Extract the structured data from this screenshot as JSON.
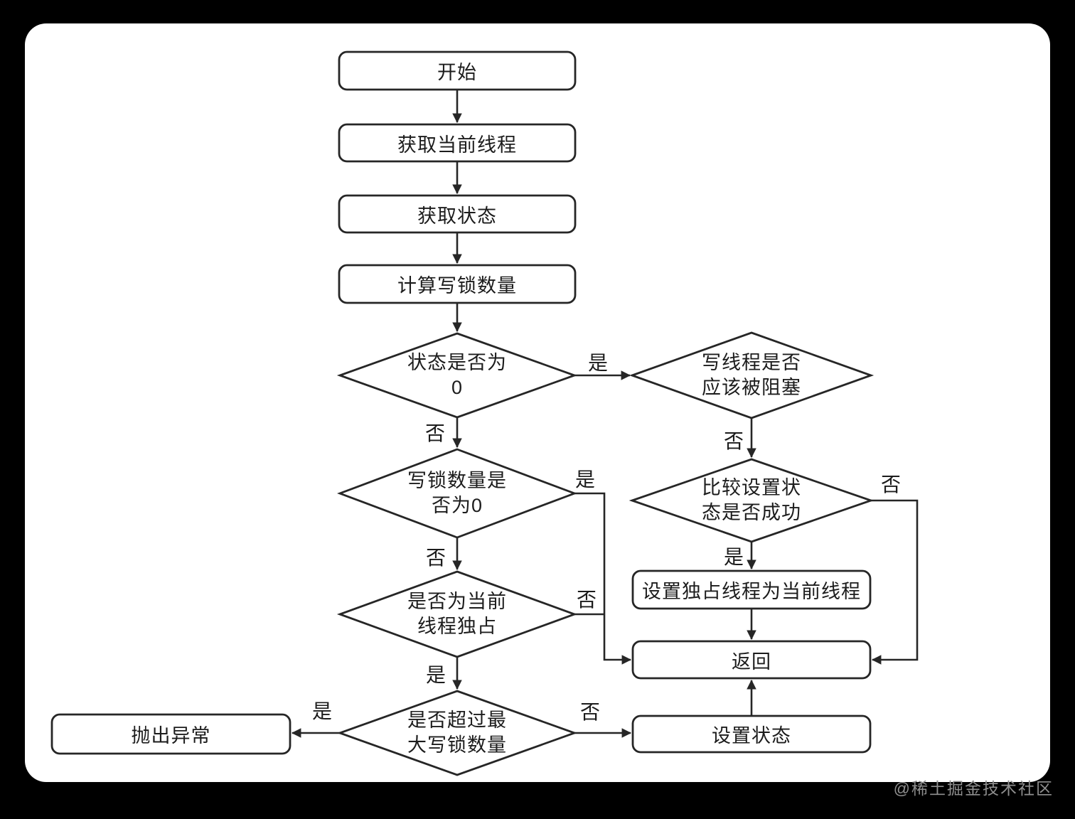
{
  "watermark": "@稀土掘金技术社区",
  "labels": {
    "yes": "是",
    "no": "否"
  },
  "nodes": {
    "start": "开始",
    "get_thread": "获取当前线程",
    "get_state": "获取状态",
    "calc_write_locks": "计算写锁数量",
    "is_state_zero": "状态是否为\n0",
    "should_block": "写线程是否\n应该被阻塞",
    "is_write_count_zero": "写锁数量是\n否为0",
    "cas_success": "比较设置状\n态是否成功",
    "set_exclusive": "设置独占线程为当前线程",
    "return": "返回",
    "is_current_exclusive": "是否为当前\n线程独占",
    "exceed_max": "是否超过最\n大写锁数量",
    "throw_exception": "抛出异常",
    "set_state": "设置状态"
  }
}
